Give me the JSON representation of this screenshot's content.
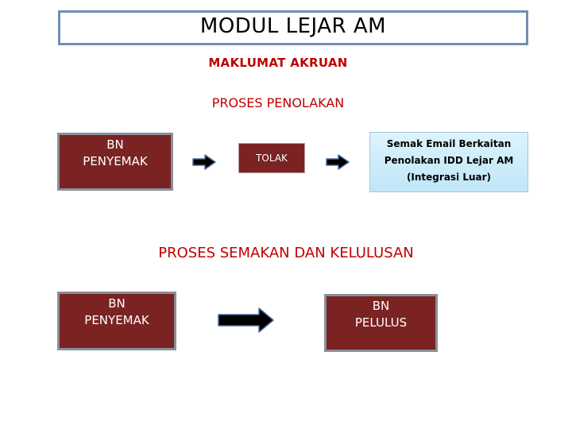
{
  "title": "MODUL LEJAR AM",
  "heading_akruan": "MAKLUMAT AKRUAN",
  "heading_penolakan": "PROSES PENOLAKAN",
  "heading_semakan": "PROSES SEMAKAN DAN KELULUSAN",
  "penolakan_flow": {
    "penyemak": {
      "line1": "BN",
      "line2": "PENYEMAK"
    },
    "tolak": "TOLAK",
    "email": {
      "line1": "Semak Email Berkaitan",
      "line2": "Penolakan IDD Lejar AM",
      "line3": "(Integrasi Luar)"
    }
  },
  "semakan_flow": {
    "penyemak": {
      "line1": "BN",
      "line2": "PENYEMAK"
    },
    "pelulus": {
      "line1": "BN",
      "line2": "PELULUS"
    }
  },
  "colors": {
    "maroon": "#7b2222",
    "heading_red": "#c00000",
    "title_border": "#6f8fb5",
    "light_blue": "#cdeefb"
  }
}
